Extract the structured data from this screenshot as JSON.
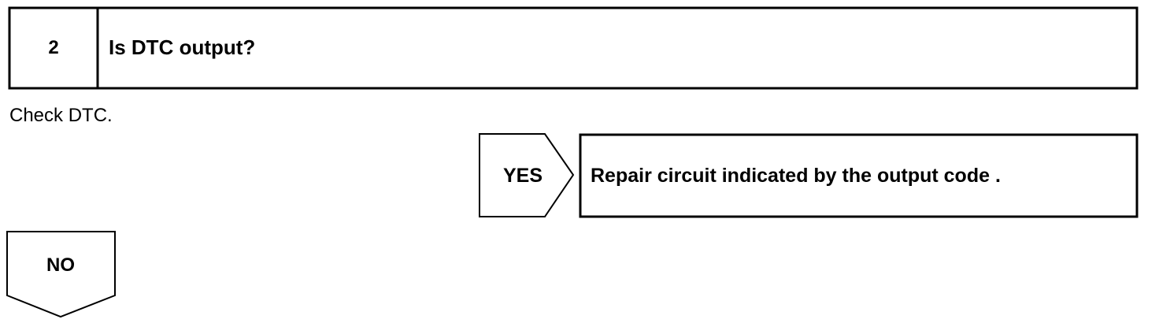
{
  "step": {
    "number": "2",
    "question": "Is DTC output?"
  },
  "instruction": "Check DTC.",
  "yes_branch": {
    "label": "YES",
    "result": "Repair circuit indicated by the output code ."
  },
  "no_branch": {
    "label": "NO"
  }
}
